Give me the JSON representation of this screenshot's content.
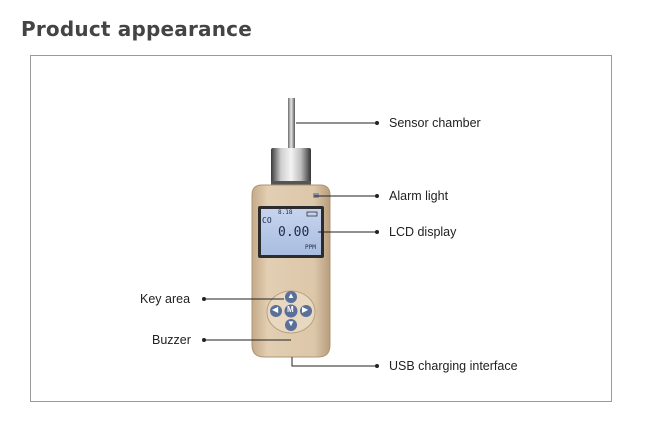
{
  "heading": "Product appearance",
  "device": {
    "lcd": {
      "gas": "CO",
      "reading": "0.00",
      "unit": "PPM",
      "top_text": "8.18"
    },
    "keys": [
      "▲",
      "◀",
      "M",
      "▶",
      "▼"
    ]
  },
  "callouts": {
    "sensor_chamber": "Sensor chamber",
    "alarm_light": "Alarm light",
    "lcd_display": "LCD display",
    "key_area": "Key area",
    "buzzer": "Buzzer",
    "usb_charging": "USB charging interface"
  },
  "colors": {
    "body": "#d9c3a6",
    "lcd_bg": "#b9c9e6",
    "keys": "#5a6f9a",
    "frame": "#9a9a9a"
  }
}
